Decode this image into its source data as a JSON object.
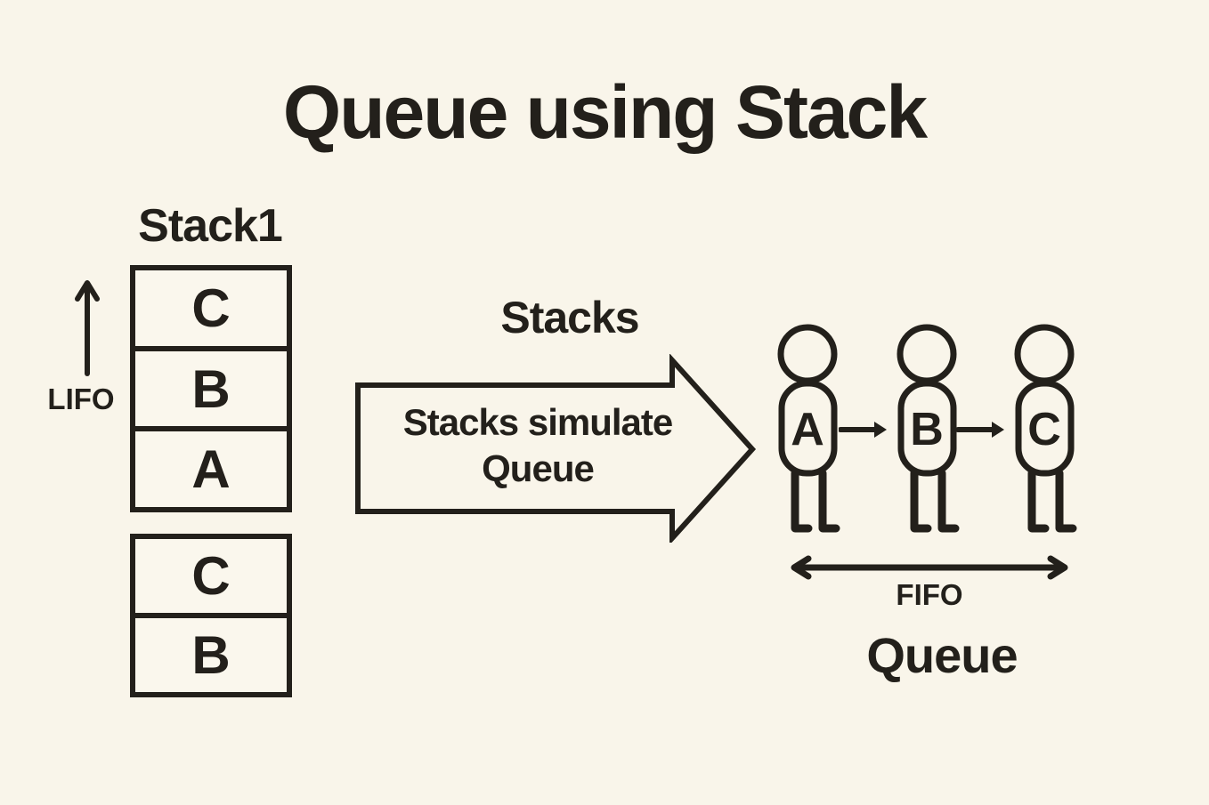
{
  "colors": {
    "background": "#F9F5EA",
    "ink": "#23201B"
  },
  "title": "Queue using Stack",
  "stack1": {
    "label": "Stack1",
    "top_cells": [
      "C",
      "B",
      "A"
    ],
    "bottom_cells": [
      "C",
      "B"
    ],
    "order_label": "LIFO",
    "order_icon": "arrow-up"
  },
  "transform": {
    "heading": "Stacks",
    "arrow_icon": "block-arrow-right",
    "arrow_text_line1": "Stacks simulate",
    "arrow_text_line2": "Queue"
  },
  "queue": {
    "people": [
      "A",
      "B",
      "C"
    ],
    "person_icon": "person-outline",
    "flow_icon": "arrow-right",
    "order_label": "FIFO",
    "order_icon": "arrow-left-right",
    "label": "Queue"
  }
}
